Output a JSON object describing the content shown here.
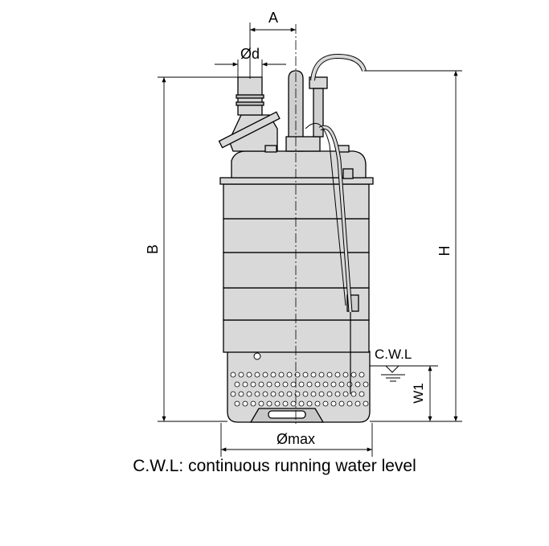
{
  "labels": {
    "a": "A",
    "d": "Ød",
    "b": "B",
    "h": "H",
    "cwl": "C.W.L",
    "w1": "W1",
    "max": "Ømax"
  },
  "caption": "C.W.L: continuous running water level",
  "colors": {
    "body_fill": "#d9d9d9",
    "outline": "#000000",
    "background": "#ffffff"
  }
}
